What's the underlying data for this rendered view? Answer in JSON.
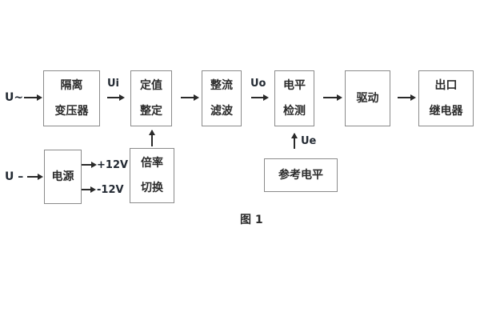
{
  "diagram": {
    "caption": "图 1",
    "inputs": {
      "ac": "U~",
      "dc": "U –"
    },
    "signals": {
      "ui": "Ui",
      "uo": "Uo",
      "ue": "Ue",
      "plus12v": "+12V",
      "minus12v": "-12V"
    },
    "blocks": {
      "isolation_transformer": {
        "line1": "隔离",
        "line2": "变压器"
      },
      "setting_adjust": {
        "line1": "定值",
        "line2": "整定"
      },
      "rectifier_filter": {
        "line1": "整流",
        "line2": "滤波"
      },
      "level_detect": {
        "line1": "电平",
        "line2": "检测"
      },
      "driver": {
        "line1": "驱动"
      },
      "output_relay": {
        "line1": "出口",
        "line2": "继电器"
      },
      "power_supply": {
        "line1": "电源"
      },
      "rate_switch": {
        "line1": "倍率",
        "line2": "切换"
      },
      "reference_level": {
        "line1": "参考电平"
      }
    },
    "colors": {
      "background": "#ffffff",
      "box_border": "#8a8a8a",
      "arrow": "#2a2a2a",
      "text": "#2b2b2b"
    }
  }
}
